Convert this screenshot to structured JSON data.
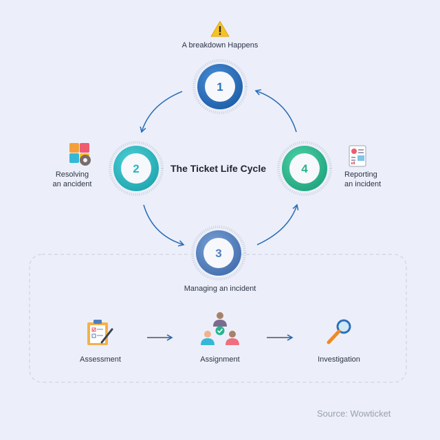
{
  "title": "The Ticket  Life Cycle",
  "stages": [
    {
      "number": "1",
      "label": "A breakdown Happens",
      "icon": "warning-icon",
      "color": "#2d6fba"
    },
    {
      "number": "2",
      "label": "Resolving\nan ancident",
      "icon": "puzzle-gear-icon",
      "color": "#27b6bf"
    },
    {
      "number": "3",
      "label": "Managing an incident",
      "icon": "",
      "color": "#4f7fbf"
    },
    {
      "number": "4",
      "label": "Reporting\nan incident",
      "icon": "report-document-icon",
      "color": "#27b58f"
    }
  ],
  "substeps": [
    {
      "label": "Assessment",
      "icon": "clipboard-checklist-icon"
    },
    {
      "label": "Assignment",
      "icon": "team-assignment-icon"
    },
    {
      "label": "Investigation",
      "icon": "magnifier-icon"
    }
  ],
  "source": "Source: Wowticket",
  "colors": {
    "background": "#eceff9",
    "arrow": "#2d6fba",
    "text": "#2b3345"
  }
}
